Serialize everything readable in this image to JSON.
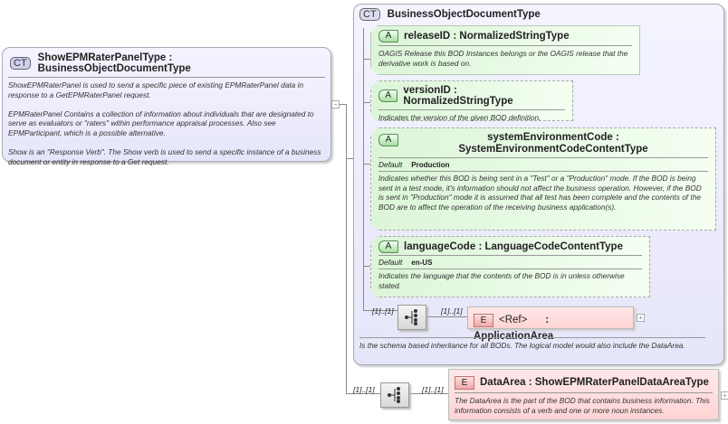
{
  "root": {
    "badge": "CT",
    "name": "ShowEPMRaterPanelType",
    "base": "BusinessObjectDocumentType",
    "description": [
      "ShowEPMRaterPanel is used to send a specific piece of existing EPMRaterPanel data in response to a GetEPMRaterPanel request.",
      "EPMRaterPanel  Contains a collection of information about individuals that are designated to serve as evaluators or \"raters\" within performance appraisal processes. Also see EPMParticipant, which is a possible alternative.",
      "Show is an \"Response Verb\". The Show verb is used to send a specific instance of a business document or entity in response to a Get request."
    ]
  },
  "base_type": {
    "badge": "CT",
    "name": "BusinessObjectDocumentType",
    "attributes": [
      {
        "badge": "A",
        "name": "releaseID",
        "type": "NormalizedStringType",
        "description": "OAGIS Release this BOD Instances belongs or the OAGIS release that the derivative work is based on."
      },
      {
        "badge": "A",
        "name": "versionID",
        "type": "NormalizedStringType",
        "description": "Indicates the version of the given BOD definition."
      },
      {
        "badge": "A",
        "name": "systemEnvironmentCode",
        "type": "SystemEnvironmentCodeContentType",
        "default_label": "Default",
        "default": "Production",
        "description": "Indicates whether this BOD is being sent in a \"Test\" or a \"Production\" mode. If the BOD is being sent in a test mode, it's information should not affect the business operation. However, if the BOD is sent in \"Production\" mode it is assumed that all test has been complete and the contents of the BOD are to affect the operation of the receiving business application(s)."
      },
      {
        "badge": "A",
        "name": "languageCode",
        "type": "LanguageCodeContentType",
        "default_label": "Default",
        "default": "en-US",
        "description": "Indicates the language that the contents of the BOD is in unless otherwise stated."
      }
    ],
    "sequence_card": "[1]..[1]",
    "element": {
      "badge": "E",
      "ref": "<Ref>",
      "name": "ApplicationArea",
      "card": "[1]..[1]"
    },
    "description": "Is the schema based inheritance for all BODs. The logical model would also include the DataArea."
  },
  "data_area": {
    "sequence_card": "[1]..[1]",
    "card": "[1]..[1]",
    "badge": "E",
    "name": "DataArea",
    "type": "ShowEPMRaterPanelDataAreaType",
    "description": "The DataArea is the part of the BOD that contains business information. This information consists of a verb and one or more noun instances."
  },
  "colon": ":"
}
